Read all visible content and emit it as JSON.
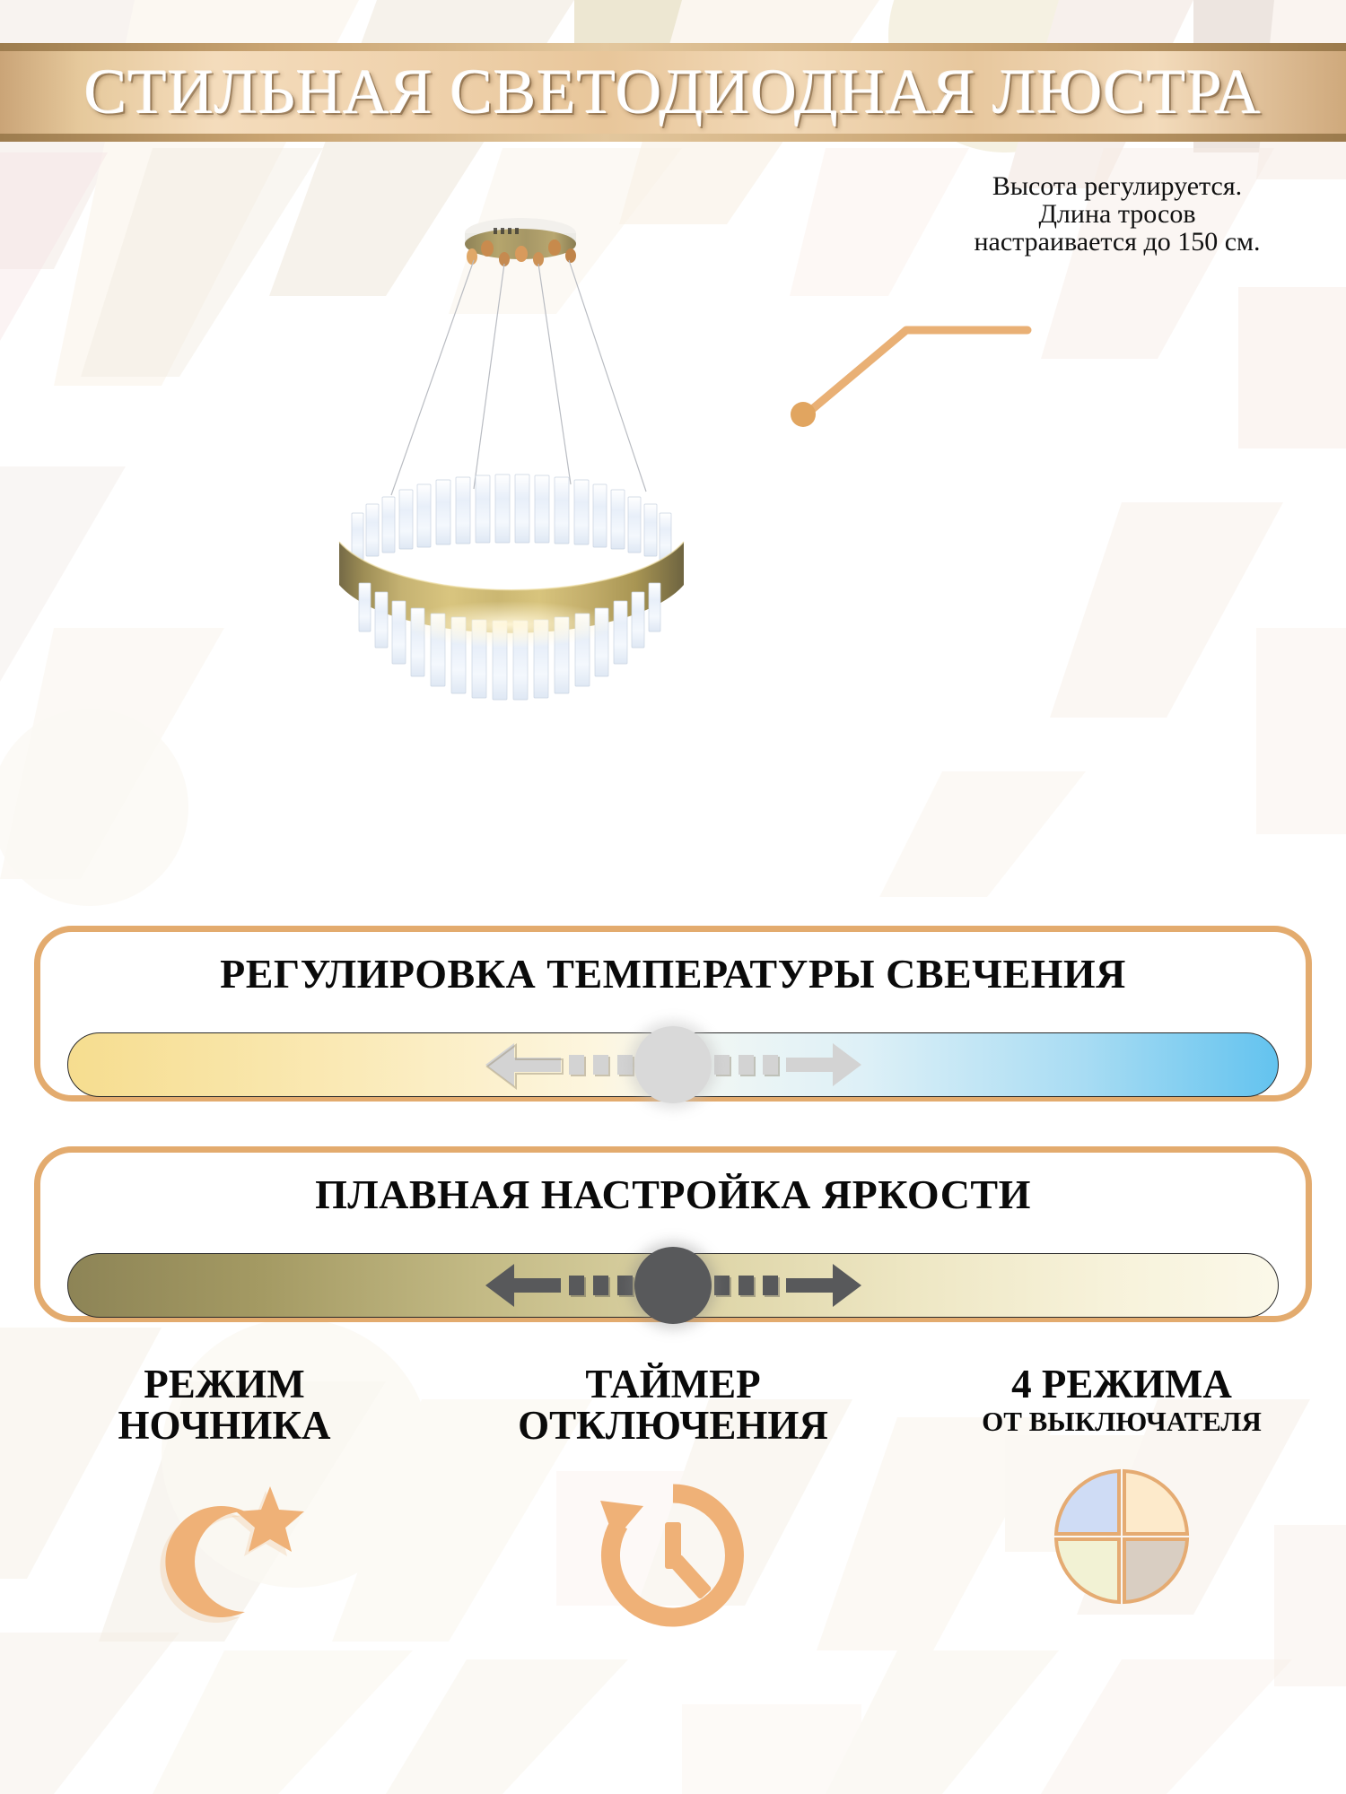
{
  "banner": {
    "title": "СТИЛЬНАЯ СВЕТОДИОДНАЯ ЛЮСТРА"
  },
  "callout": {
    "line1": "Высота регулируется.",
    "line2": "Длина тросов",
    "line3": "настраивается до 150 см.",
    "leader_color": "#e9b075"
  },
  "product": {
    "name": "led-crystal-ring-chandelier",
    "ring_color": "#c9ac63",
    "crystal_color": "#eef3fa"
  },
  "panels": [
    {
      "id": "temperature",
      "title": "РЕГУЛИРОВКА ТЕМПЕРАТУРЫ СВЕЧЕНИЯ",
      "gradient_from": "#f6dd8f",
      "gradient_to": "#63c3ef",
      "knob_color": "#d9d9d9",
      "border_color": "#e3ab6e"
    },
    {
      "id": "brightness",
      "title": "ПЛАВНАЯ НАСТРОЙКА ЯРКОСТИ",
      "gradient_from": "#8d8456",
      "gradient_to": "#fbf8e9",
      "knob_color": "#58595b",
      "border_color": "#e3ab6e"
    }
  ],
  "features": [
    {
      "id": "night-mode",
      "label_line1": "РЕЖИМ",
      "label_line2": "НОЧНИКА",
      "subtitle": "",
      "icon": "moon-star-icon",
      "icon_color": "#efb177"
    },
    {
      "id": "shutdown-timer",
      "label_line1": "ТАЙМЕР",
      "label_line2": "ОТКЛЮЧЕНИЯ",
      "subtitle": "",
      "icon": "clock-rewind-icon",
      "icon_color": "#efb177"
    },
    {
      "id": "four-modes",
      "label_line1": "4 РЕЖИМА",
      "label_line2": "",
      "subtitle": "ОТ ВЫКЛЮЧАТЕЛЯ",
      "icon": "quad-circle-icon",
      "icon_color": "#efb177",
      "quadrants": [
        "#cfdcf5",
        "#fdeacb",
        "#f2f2d4",
        "#d9cec2"
      ]
    }
  ]
}
